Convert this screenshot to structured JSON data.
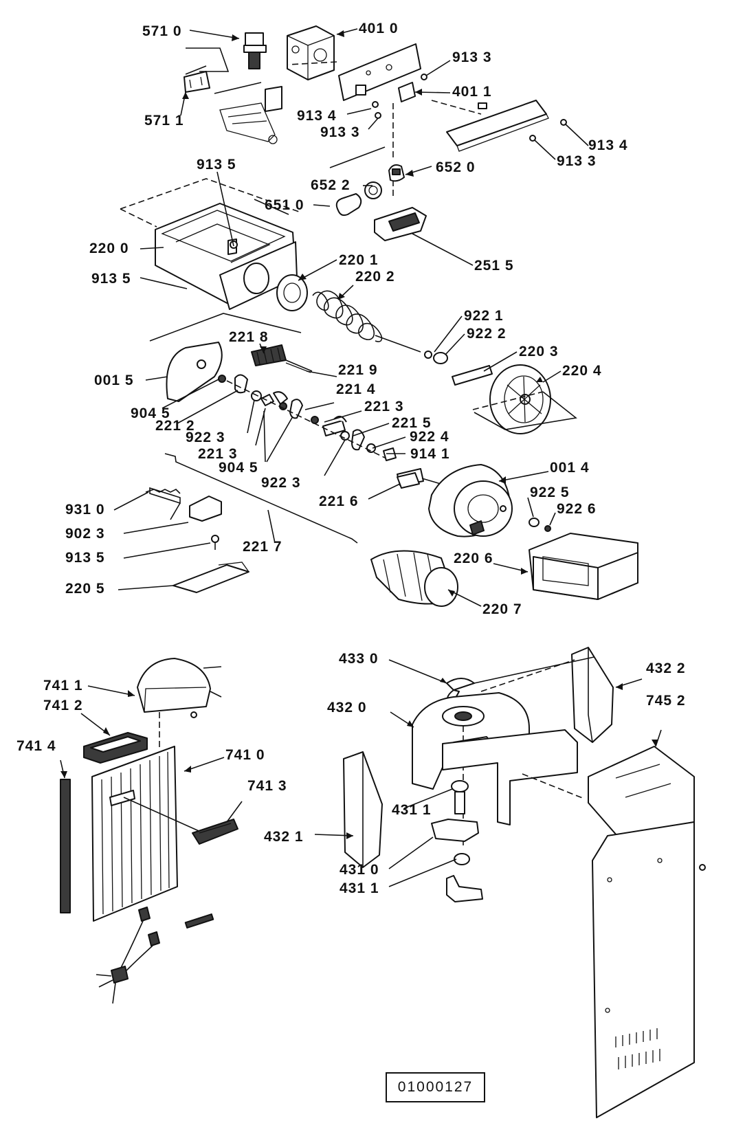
{
  "labels": {
    "p5710": "571 0",
    "p4010": "401 0",
    "p9133a": "913 3",
    "p4011": "401 1",
    "p5711": "571 1",
    "p9134a": "913 4",
    "p9133b": "913 3",
    "p9134b": "913 4",
    "p9133c": "913 3",
    "p9135a": "913 5",
    "p6522": "652 2",
    "p6520": "652 0",
    "p6510": "651 0",
    "p2200": "220 0",
    "p2515": "251 5",
    "p2201": "220 1",
    "p9135b": "913 5",
    "p2202": "220 2",
    "p9221": "922 1",
    "p2218": "221 8",
    "p9222": "922 2",
    "p2203": "220 3",
    "p2219": "221 9",
    "p0015": "001 5",
    "p2204": "220 4",
    "p2214": "221 4",
    "p9045a": "904 5",
    "p2213a": "221 3",
    "p2212": "221 2",
    "p2215": "221 5",
    "p9223a": "922 3",
    "p9224": "922 4",
    "p2213b": "221 3",
    "p9141": "914 1",
    "p9045b": "904 5",
    "p9223b": "922 3",
    "p0014": "001 4",
    "p2216": "221 6",
    "p9225": "922 5",
    "p9310": "931 0",
    "p9226": "922 6",
    "p9023": "902 3",
    "p2217": "221 7",
    "p9135c": "913 5",
    "p2206": "220 6",
    "p2205": "220 5",
    "p2207": "220 7",
    "p4330": "433 0",
    "p4322": "432 2",
    "p7411": "741 1",
    "p7452": "745 2",
    "p7412": "741 2",
    "p4320": "432 0",
    "p7414": "741 4",
    "p7410": "741 0",
    "p7413": "741 3",
    "p4311a": "431 1",
    "p4321": "432 1",
    "p4310": "431 0",
    "p4311b": "431 1"
  },
  "reference_number": "01000127"
}
